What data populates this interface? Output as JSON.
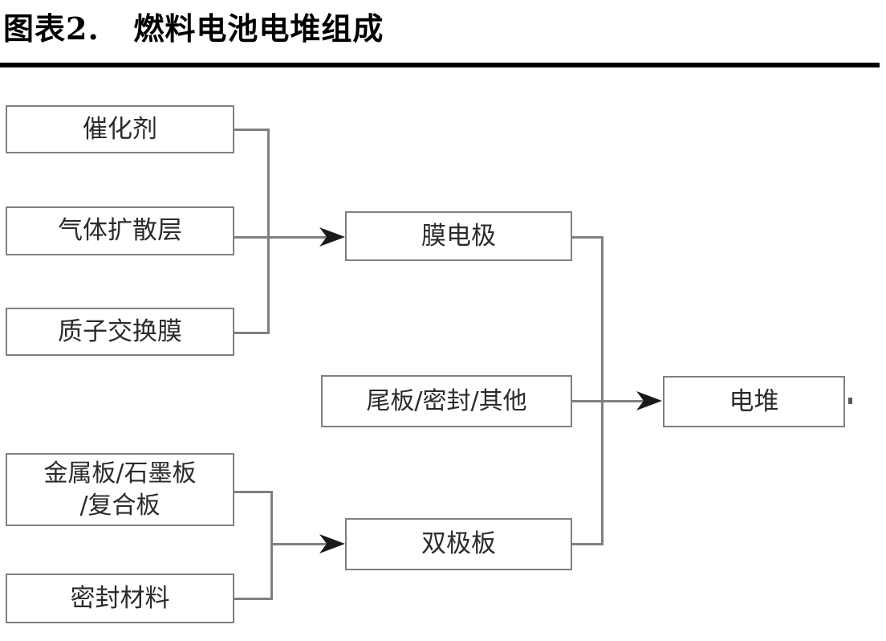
{
  "figure": {
    "title": "图表2.   燃料电池电堆组成",
    "rule_color": "#000000"
  },
  "diagram": {
    "type": "flow-diagram",
    "border_color": "#808080",
    "connector_color": "#808080",
    "arrow_color": "#1a1a1a",
    "nodes": {
      "catalyst": "催化剂",
      "gas_diffusion_layer": "气体扩散层",
      "proton_exchange_membrane": "质子交换膜",
      "membrane_electrode": "膜电极",
      "endplate_seal_other": "尾板/密封/其他",
      "stack": "电堆",
      "metal_graphite_composite_plate": "金属板/石墨板\n/复合板",
      "sealing_material": "密封材料",
      "bipolar_plate": "双极板"
    },
    "flows": [
      {
        "from": [
          "催化剂",
          "气体扩散层",
          "质子交换膜"
        ],
        "to": "膜电极"
      },
      {
        "from": [
          "金属板/石墨板/复合板",
          "密封材料"
        ],
        "to": "双极板"
      },
      {
        "from": [
          "膜电极",
          "双极板",
          "尾板/密封/其他"
        ],
        "to": "电堆"
      }
    ]
  }
}
